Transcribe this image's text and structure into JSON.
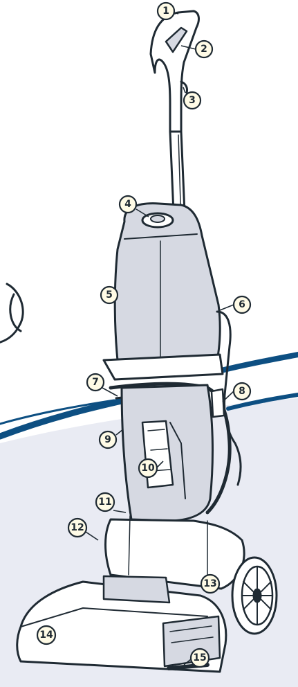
{
  "colors": {
    "background": "#ffffff",
    "floor": "#e9ebf3",
    "stripe": "#0d4f82",
    "body_fill": "#ffffff",
    "outline": "#1f2a33",
    "tank_shade": "#d6d9e2",
    "callout_fill": "#fffbe6"
  },
  "callouts": [
    {
      "id": "callout-1",
      "label": "1"
    },
    {
      "id": "callout-2",
      "label": "2"
    },
    {
      "id": "callout-3",
      "label": "3"
    },
    {
      "id": "callout-4",
      "label": "4"
    },
    {
      "id": "callout-5",
      "label": "5"
    },
    {
      "id": "callout-6",
      "label": "6"
    },
    {
      "id": "callout-7",
      "label": "7"
    },
    {
      "id": "callout-8",
      "label": "8"
    },
    {
      "id": "callout-9",
      "label": "9"
    },
    {
      "id": "callout-10",
      "label": "10"
    },
    {
      "id": "callout-11",
      "label": "11"
    },
    {
      "id": "callout-12",
      "label": "12"
    },
    {
      "id": "callout-13",
      "label": "13"
    },
    {
      "id": "callout-14",
      "label": "14"
    },
    {
      "id": "callout-15",
      "label": "15"
    }
  ]
}
